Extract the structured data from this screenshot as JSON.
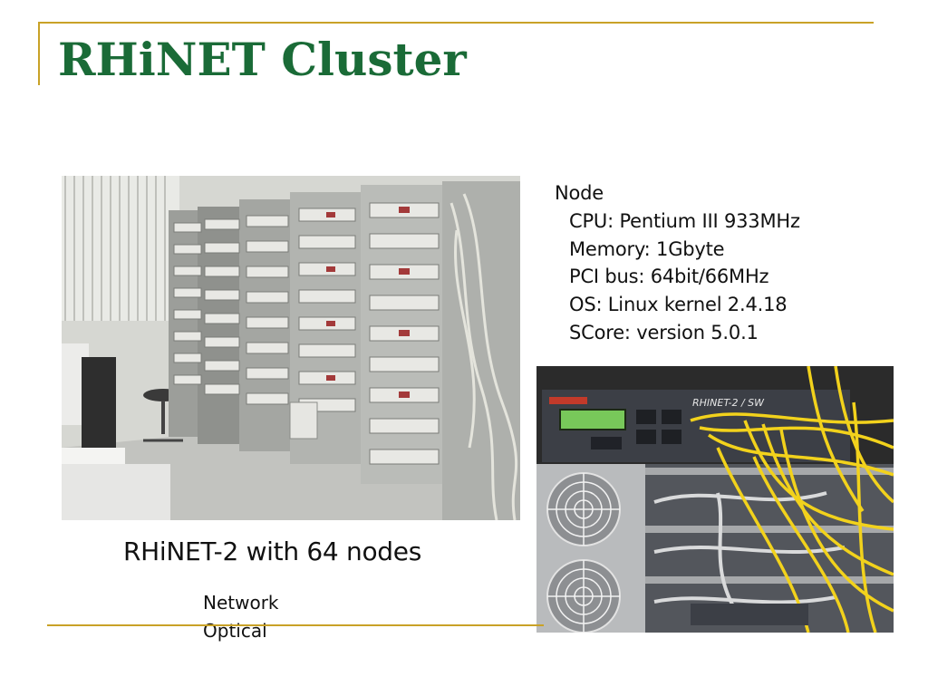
{
  "slide": {
    "title": "RHiNET Cluster",
    "node_specs": {
      "heading": "Node",
      "items": [
        "CPU: Pentium III 933MHz",
        "Memory: 1Gbyte",
        "PCI bus: 64bit/66MHz",
        "OS: Linux kernel 2.4.18",
        "SCore: version 5.0.1"
      ]
    },
    "caption": "RHiNET-2 with 64 nodes",
    "notes": [
      "Network",
      "Optical"
    ],
    "switch_panel_label": "RHINET-2 / SW",
    "colors": {
      "title": "#1a6b37",
      "rule": "#c9a227",
      "cable": "#f2d21c"
    }
  }
}
